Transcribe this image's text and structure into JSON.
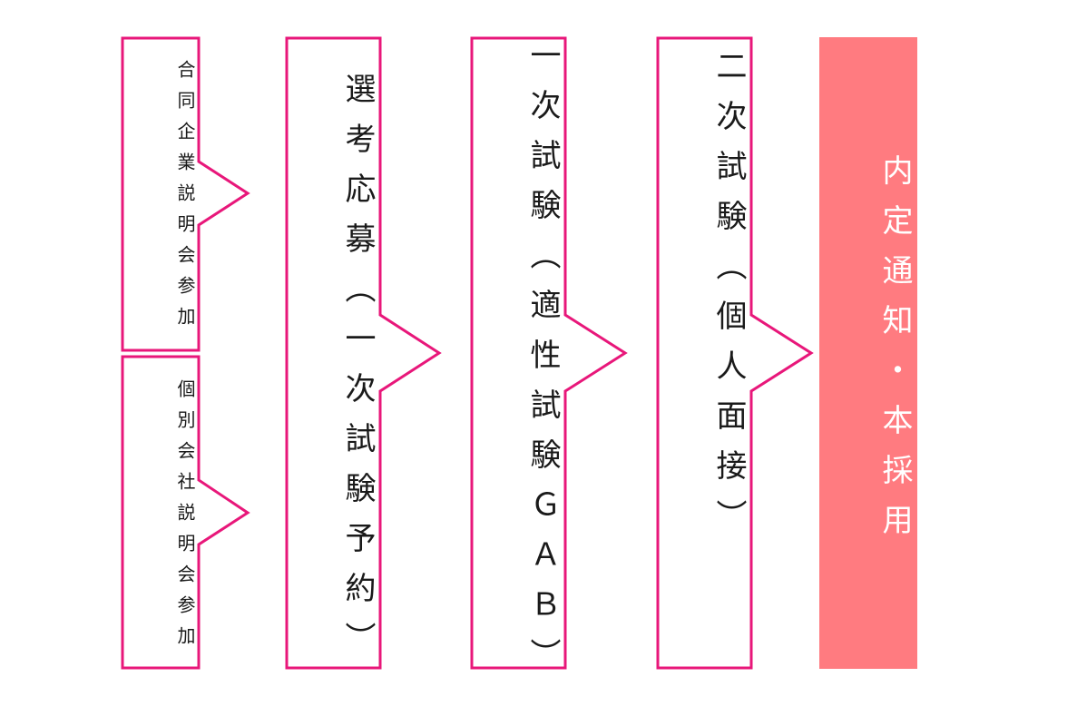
{
  "colors": {
    "outline": "#e8177a",
    "final_fill": "#ff7b80",
    "text": "#1a1a1a",
    "final_text": "#ffffff"
  },
  "steps": {
    "step1a": {
      "label": "合同企業説明会参加"
    },
    "step1b": {
      "label": "個別会社説明会参加"
    },
    "step2": {
      "label": "選考応募（一次試験予約）"
    },
    "step3": {
      "label": "一次試験（適性試験ＧＡＢ）"
    },
    "step4": {
      "label": "二次試験（個人面接）"
    },
    "step5": {
      "label": "内定通知・本採用"
    }
  }
}
